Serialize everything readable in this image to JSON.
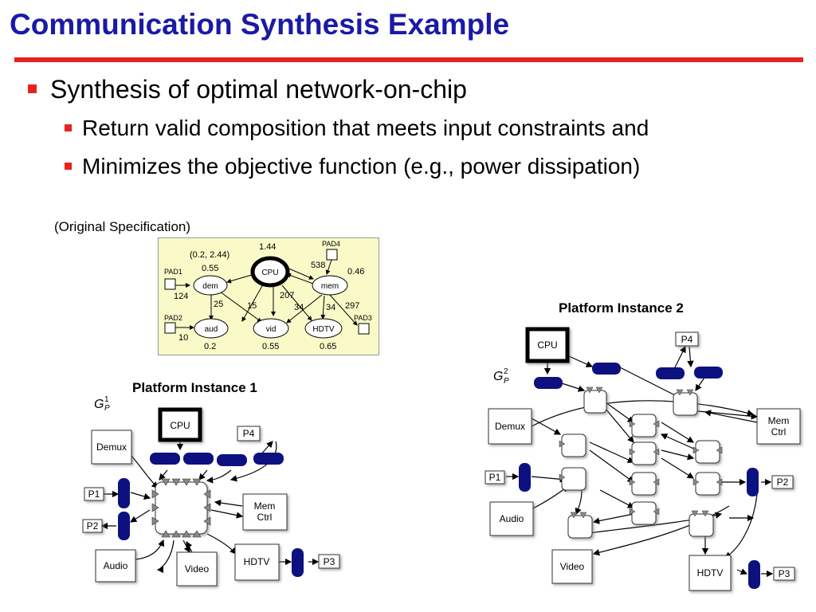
{
  "slide": {
    "title": "Communication Synthesis Example",
    "bullets": [
      {
        "text": "Synthesis of optimal network-on-chip",
        "level": 1
      },
      {
        "text": "Return valid composition that meets input constraints and",
        "level": 2
      },
      {
        "text": "Minimizes the objective function (e.g., power dissipation)",
        "level": 2
      }
    ]
  },
  "spec": {
    "caption": "(Original Specification)",
    "nodes": {
      "cpu": "CPU",
      "dem": "dem",
      "mem": "mem",
      "aud": "aud",
      "vid": "vid",
      "hdtv": "HDTV"
    },
    "pads": {
      "pad1": "PAD1",
      "pad2": "PAD2",
      "pad3": "PAD3",
      "pad4": "PAD4"
    },
    "labels": {
      "cpu_val": "1.44",
      "dem_coord": "(0.2, 2.44)",
      "dem_val": "0.55",
      "mem_val": "0.46",
      "aud_val": "0.2",
      "vid_val": "0.55",
      "hdtv_val": "0.65",
      "e_pad4": "538",
      "e_pad1": "124",
      "e_pad2": "10",
      "e_25": "25",
      "e_15": "15",
      "e_207": "207",
      "e_34a": "34",
      "e_34b": "34",
      "e_297": "297"
    }
  },
  "platform1": {
    "title": "Platform Instance 1",
    "graph_symbol": "G",
    "graph_sup": "1",
    "graph_sub": "P",
    "cpu": "CPU",
    "demux": "Demux",
    "p1": "P1",
    "p2": "P2",
    "p3": "P3",
    "p4": "P4",
    "mem_ctrl_1": "Mem",
    "mem_ctrl_2": "Ctrl",
    "audio": "Audio",
    "video": "Video",
    "hdtv": "HDTV"
  },
  "platform2": {
    "title": "Platform Instance 2",
    "graph_symbol": "G",
    "graph_sup": "2",
    "graph_sub": "P",
    "cpu": "CPU",
    "demux": "Demux",
    "p1": "P1",
    "p2": "P2",
    "p3": "P3",
    "p4": "P4",
    "mem_ctrl_1": "Mem",
    "mem_ctrl_2": "Ctrl",
    "audio": "Audio",
    "video": "Video",
    "hdtv": "HDTV"
  },
  "colors": {
    "title": "#1a1aa6",
    "rule": "#e8231d",
    "bullet": "#e8231d",
    "link": "#0d1180",
    "spec_bg": "#fafac8"
  }
}
